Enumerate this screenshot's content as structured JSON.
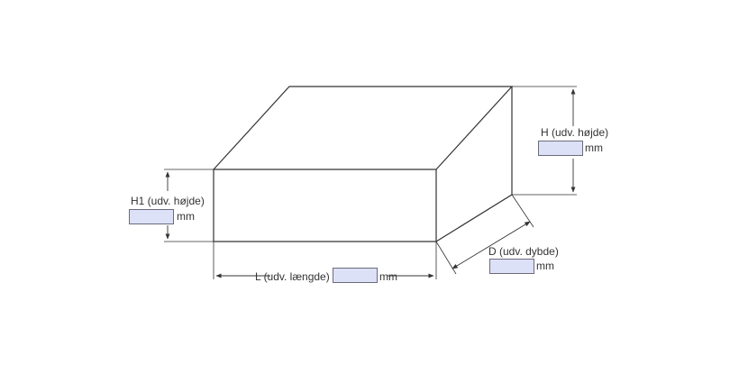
{
  "dimensions": {
    "height_front": {
      "label": "H1 (udv. højde)",
      "value": "",
      "unit": "mm"
    },
    "height": {
      "label": "H (udv. højde)",
      "value": "",
      "unit": "mm"
    },
    "depth": {
      "label": "D (udv. dybde)",
      "value": "",
      "unit": "mm"
    },
    "length": {
      "label": "L (udv. længde)",
      "value": "",
      "unit": "mm"
    }
  },
  "colors": {
    "line": "#333333",
    "input_bg": "#dde1f7",
    "input_border": "#6b6b7a"
  }
}
